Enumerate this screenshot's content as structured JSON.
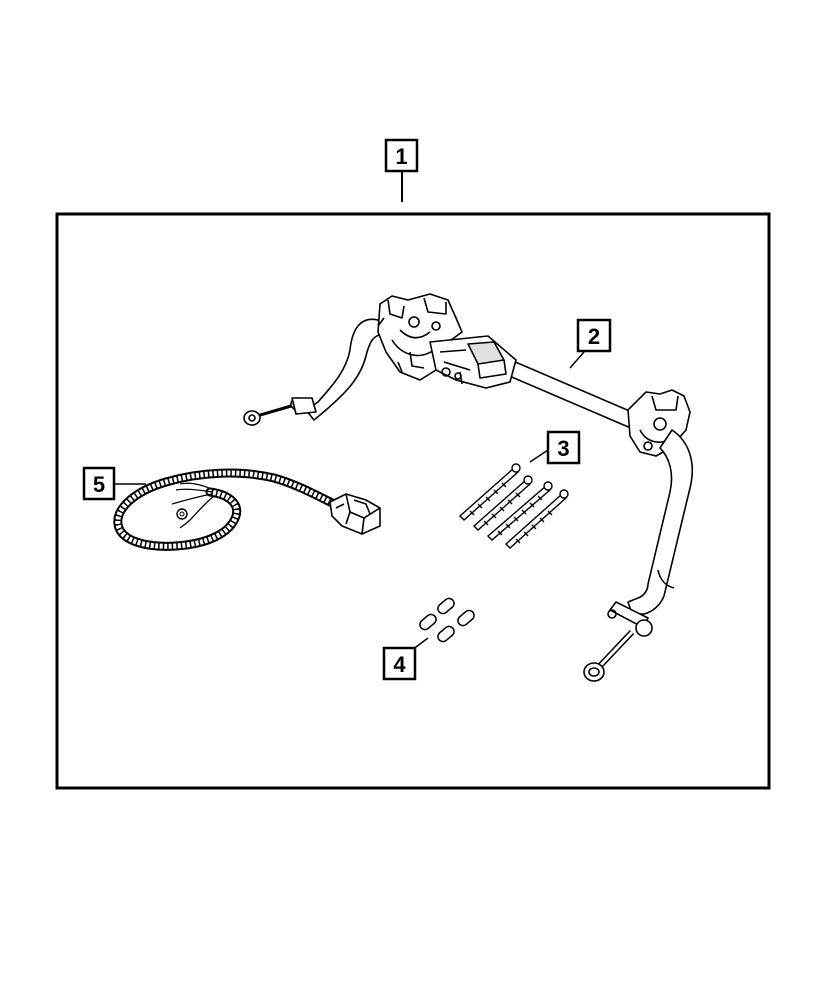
{
  "callouts": [
    {
      "id": "c1",
      "label": "1"
    },
    {
      "id": "c2",
      "label": "2"
    },
    {
      "id": "c3",
      "label": "3"
    },
    {
      "id": "c4",
      "label": "4"
    },
    {
      "id": "c5",
      "label": "5"
    }
  ],
  "colors": {
    "line": "#000000",
    "background": "#ffffff",
    "shading": "#e0e0e0"
  }
}
